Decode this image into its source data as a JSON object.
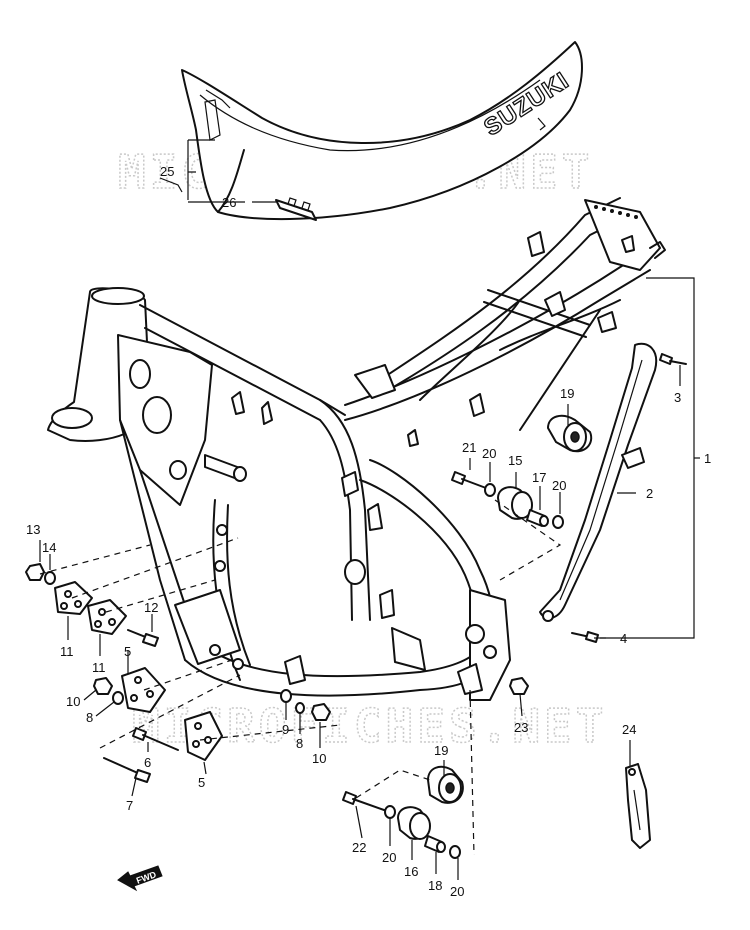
{
  "diagram": {
    "watermark": "MICROFICHES.NET",
    "seat_brand": "SUZUKI",
    "direction_arrow": "FWD",
    "part_labels": [
      "1",
      "2",
      "3",
      "4",
      "5",
      "5",
      "6",
      "7",
      "8",
      "8",
      "9",
      "10",
      "10",
      "11",
      "11",
      "12",
      "13",
      "14",
      "15",
      "16",
      "17",
      "18",
      "19",
      "19",
      "20",
      "20",
      "20",
      "20",
      "21",
      "22",
      "23",
      "24",
      "25",
      "26"
    ]
  }
}
